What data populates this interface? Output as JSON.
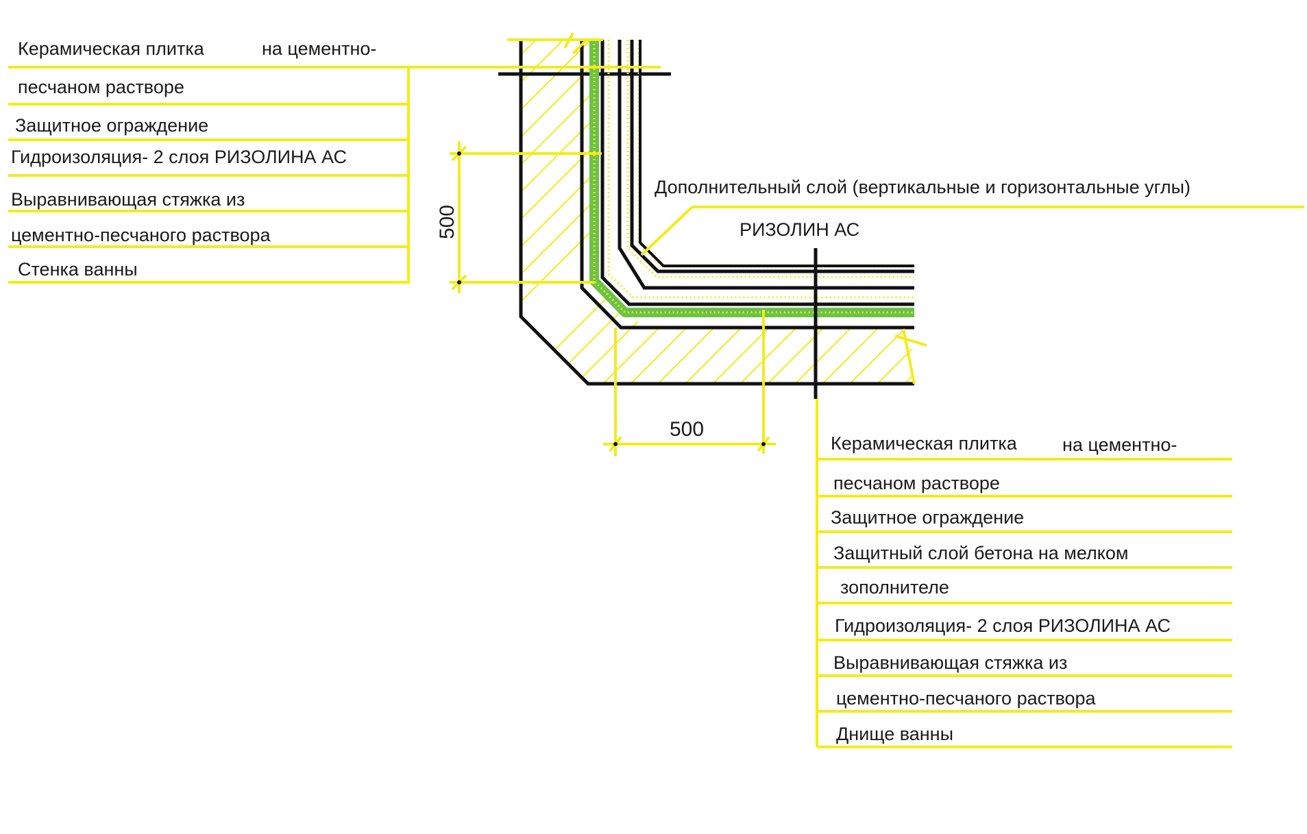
{
  "wall_legend": {
    "items": [
      {
        "text": "Керамическая плитка",
        "extra": "на цементно-"
      },
      {
        "text": "песчаном растворе"
      },
      {
        "text": "Защитное ограждение"
      },
      {
        "text": "Гидроизоляция- 2 слоя РИЗОЛИНА АС"
      },
      {
        "text": "Выравнивающая стяжка из"
      },
      {
        "text": "цементно-песчаного раствора"
      },
      {
        "text": "Стенка ванны"
      }
    ]
  },
  "floor_legend": {
    "items": [
      {
        "text": "Керамическая плитка",
        "extra": "на цементно-"
      },
      {
        "text": "песчаном растворе"
      },
      {
        "text": "Защитное ограждение"
      },
      {
        "text": "Защитный слой бетона на мелком"
      },
      {
        "text": "зополнителе"
      },
      {
        "text": "Гидроизоляция- 2 слоя РИЗОЛИНА АС"
      },
      {
        "text": "Выравнивающая стяжка из"
      },
      {
        "text": "цементно-песчаного раствора"
      },
      {
        "text": "Днище ванны"
      }
    ]
  },
  "callouts": {
    "extra_layer": "Дополнительный слой (вертикальные и горизонтальные углы)",
    "rizolin": "РИЗОЛИН АС"
  },
  "dimensions": {
    "vertical": "500",
    "horizontal": "500"
  },
  "colors": {
    "leader": "#f2ec1a",
    "outline": "#111111",
    "membrane": "#6cc24a",
    "dots": "#f2ec1a"
  }
}
